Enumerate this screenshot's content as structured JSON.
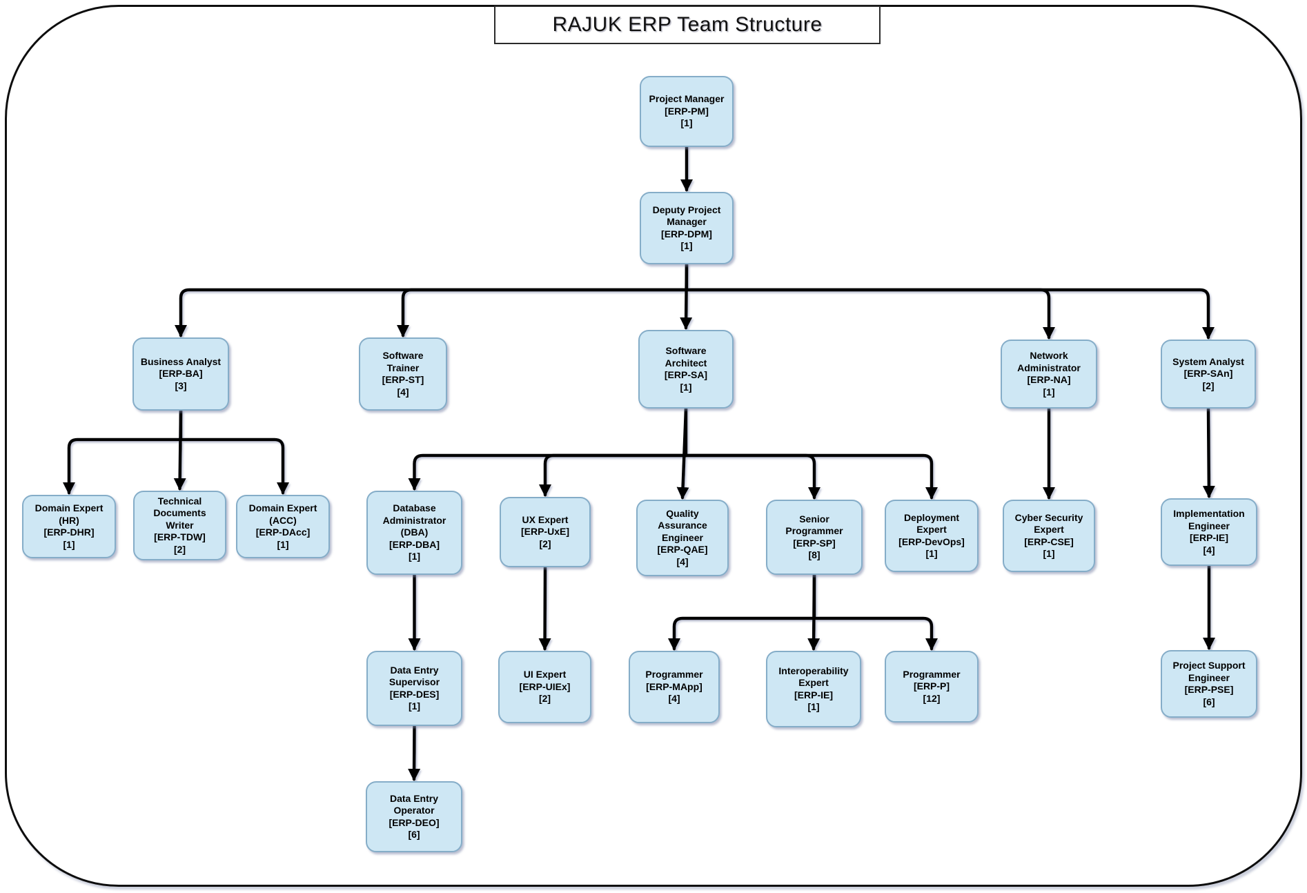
{
  "title": "RAJUK ERP Team Structure",
  "colors": {
    "node_fill": "#cee7f4",
    "node_border": "#85adc8",
    "connector": "#000000",
    "frame_border": "#0d0d0d"
  },
  "diagram": {
    "nodes": [
      {
        "id": "pm",
        "label": "Project Manager",
        "code": "[ERP-PM]",
        "count": "[1]"
      },
      {
        "id": "dpm",
        "label": "Deputy Project Manager",
        "code": "[ERP-DPM]",
        "count": "[1]"
      },
      {
        "id": "ba",
        "label": "Business Analyst",
        "code": "[ERP-BA]",
        "count": "[3]"
      },
      {
        "id": "st",
        "label": "Software Trainer",
        "code": "[ERP-ST]",
        "count": "[4]"
      },
      {
        "id": "sa",
        "label": "Software Architect",
        "code": "[ERP-SA]",
        "count": "[1]"
      },
      {
        "id": "na",
        "label": "Network Administrator",
        "code": "[ERP-NA]",
        "count": "[1]"
      },
      {
        "id": "san",
        "label": "System Analyst",
        "code": "[ERP-SAn]",
        "count": "[2]"
      },
      {
        "id": "dhr",
        "label": "Domain Expert (HR)",
        "code": "[ERP-DHR]",
        "count": "[1]"
      },
      {
        "id": "tdw",
        "label": "Technical Documents Writer",
        "code": "[ERP-TDW]",
        "count": "[2]"
      },
      {
        "id": "dacc",
        "label": "Domain Expert (ACC)",
        "code": "[ERP-DAcc]",
        "count": "[1]"
      },
      {
        "id": "dba",
        "label": "Database Administrator (DBA)",
        "code": "[ERP-DBA]",
        "count": "[1]"
      },
      {
        "id": "uxe",
        "label": "UX Expert",
        "code": "[ERP-UxE]",
        "count": "[2]"
      },
      {
        "id": "qae",
        "label": "Quality Assurance Engineer",
        "code": "[ERP-QAE]",
        "count": "[4]"
      },
      {
        "id": "sp",
        "label": "Senior Programmer",
        "code": "[ERP-SP]",
        "count": "[8]"
      },
      {
        "id": "devops",
        "label": "Deployment Expert",
        "code": "[ERP-DevOps]",
        "count": "[1]"
      },
      {
        "id": "cse",
        "label": "Cyber Security Expert",
        "code": "[ERP-CSE]",
        "count": "[1]"
      },
      {
        "id": "ie",
        "label": "Implementation Engineer",
        "code": "[ERP-IE]",
        "count": "[4]"
      },
      {
        "id": "des",
        "label": "Data Entry Supervisor",
        "code": "[ERP-DES]",
        "count": "[1]"
      },
      {
        "id": "uiex",
        "label": "UI Expert",
        "code": "[ERP-UIEx]",
        "count": "[2]"
      },
      {
        "id": "mapp",
        "label": "Programmer",
        "code": "[ERP-MApp]",
        "count": "[4]"
      },
      {
        "id": "interop",
        "label": "Interoperability Expert",
        "code": "[ERP-IE]",
        "count": "[1]"
      },
      {
        "id": "p",
        "label": "Programmer",
        "code": "[ERP-P]",
        "count": "[12]"
      },
      {
        "id": "pse",
        "label": "Project Support Engineer",
        "code": "[ERP-PSE]",
        "count": "[6]"
      },
      {
        "id": "deo",
        "label": "Data Entry Operator",
        "code": "[ERP-DEO]",
        "count": "[6]"
      }
    ],
    "edges": [
      [
        "pm",
        "dpm"
      ],
      [
        "dpm",
        "ba"
      ],
      [
        "dpm",
        "st"
      ],
      [
        "dpm",
        "sa"
      ],
      [
        "dpm",
        "na"
      ],
      [
        "dpm",
        "san"
      ],
      [
        "ba",
        "dhr"
      ],
      [
        "ba",
        "tdw"
      ],
      [
        "ba",
        "dacc"
      ],
      [
        "sa",
        "dba"
      ],
      [
        "sa",
        "uxe"
      ],
      [
        "sa",
        "qae"
      ],
      [
        "sa",
        "sp"
      ],
      [
        "sa",
        "devops"
      ],
      [
        "na",
        "cse"
      ],
      [
        "san",
        "ie"
      ],
      [
        "dba",
        "des"
      ],
      [
        "uxe",
        "uiex"
      ],
      [
        "sp",
        "mapp"
      ],
      [
        "sp",
        "interop"
      ],
      [
        "sp",
        "p"
      ],
      [
        "ie",
        "pse"
      ],
      [
        "des",
        "deo"
      ]
    ]
  }
}
